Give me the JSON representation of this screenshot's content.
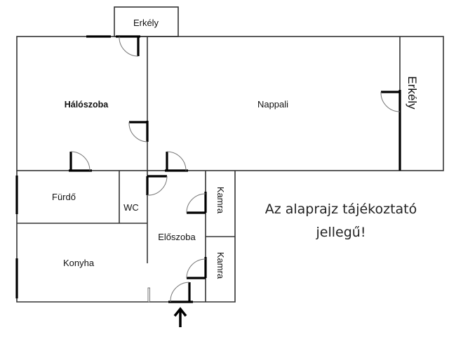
{
  "rooms": {
    "erkely_top": "Erkély",
    "haloszoba": "Hálószoba",
    "nappali": "Nappali",
    "erkely_right": "Erkély",
    "furdo": "Fürdő",
    "wc": "WC",
    "eloszoba": "Előszoba",
    "konyha": "Konyha",
    "kamra_1": "Kamra",
    "kamra_2": "Kamra"
  },
  "note": {
    "line1": "Az alaprajz tájékoztató",
    "line2": "jellegű!"
  },
  "entrance_icon": "arrow-up-icon"
}
